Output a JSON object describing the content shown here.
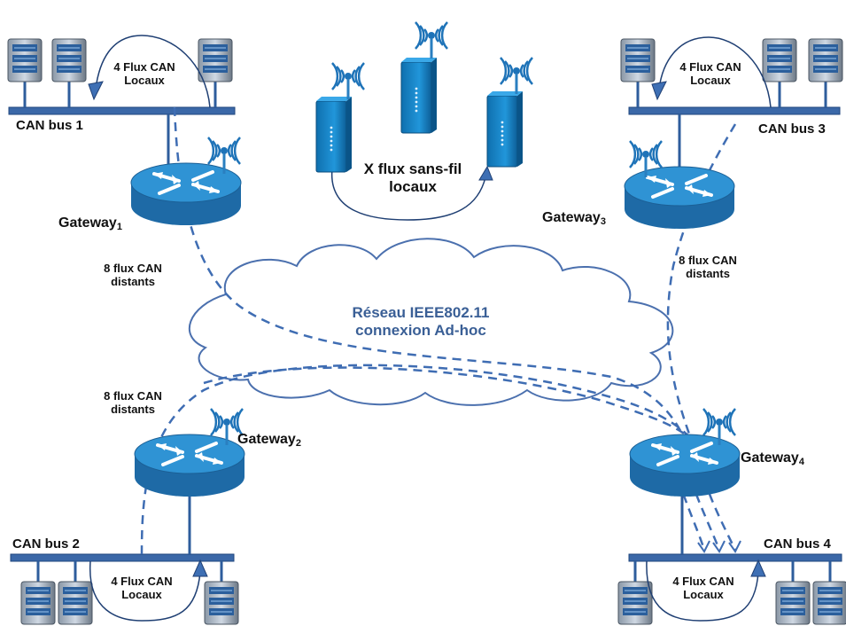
{
  "colors": {
    "bus": "#3b68a8",
    "dash": "#3f6db3",
    "router_top": "#2f8fd0",
    "router_side": "#1f6da8",
    "device": "#1b86cc",
    "cloud_stroke": "#4b70ae",
    "network_text": "#3a5f96"
  },
  "buses": {
    "bus1": "CAN bus 1",
    "bus2": "CAN bus 2",
    "bus3": "CAN bus 3",
    "bus4": "CAN bus 4"
  },
  "gateways": {
    "g1": "Gateway",
    "g1_sub": "1",
    "g2": "Gateway",
    "g2_sub": "2",
    "g3": "Gateway",
    "g3_sub": "3",
    "g4": "Gateway",
    "g4_sub": "4"
  },
  "local_flows": {
    "l1": [
      "4 Flux CAN",
      "Locaux"
    ],
    "l2": [
      "4 Flux CAN",
      "Locaux"
    ],
    "l3": [
      "4 Flux CAN",
      "Locaux"
    ],
    "l4": [
      "4 Flux CAN",
      "Locaux"
    ]
  },
  "remote_flows": {
    "r1": [
      "8 flux CAN",
      "distants"
    ],
    "r2": [
      "8 flux CAN",
      "distants"
    ],
    "r3": [
      "8 flux CAN",
      "distants"
    ]
  },
  "wireless": [
    "X flux sans-fil",
    "locaux"
  ],
  "network": [
    "Réseau IEEE802.11",
    "connexion Ad-hoc"
  ],
  "icons": [
    "server-icon",
    "router-icon",
    "antenna-icon",
    "wireless-device-icon",
    "cloud-icon"
  ]
}
